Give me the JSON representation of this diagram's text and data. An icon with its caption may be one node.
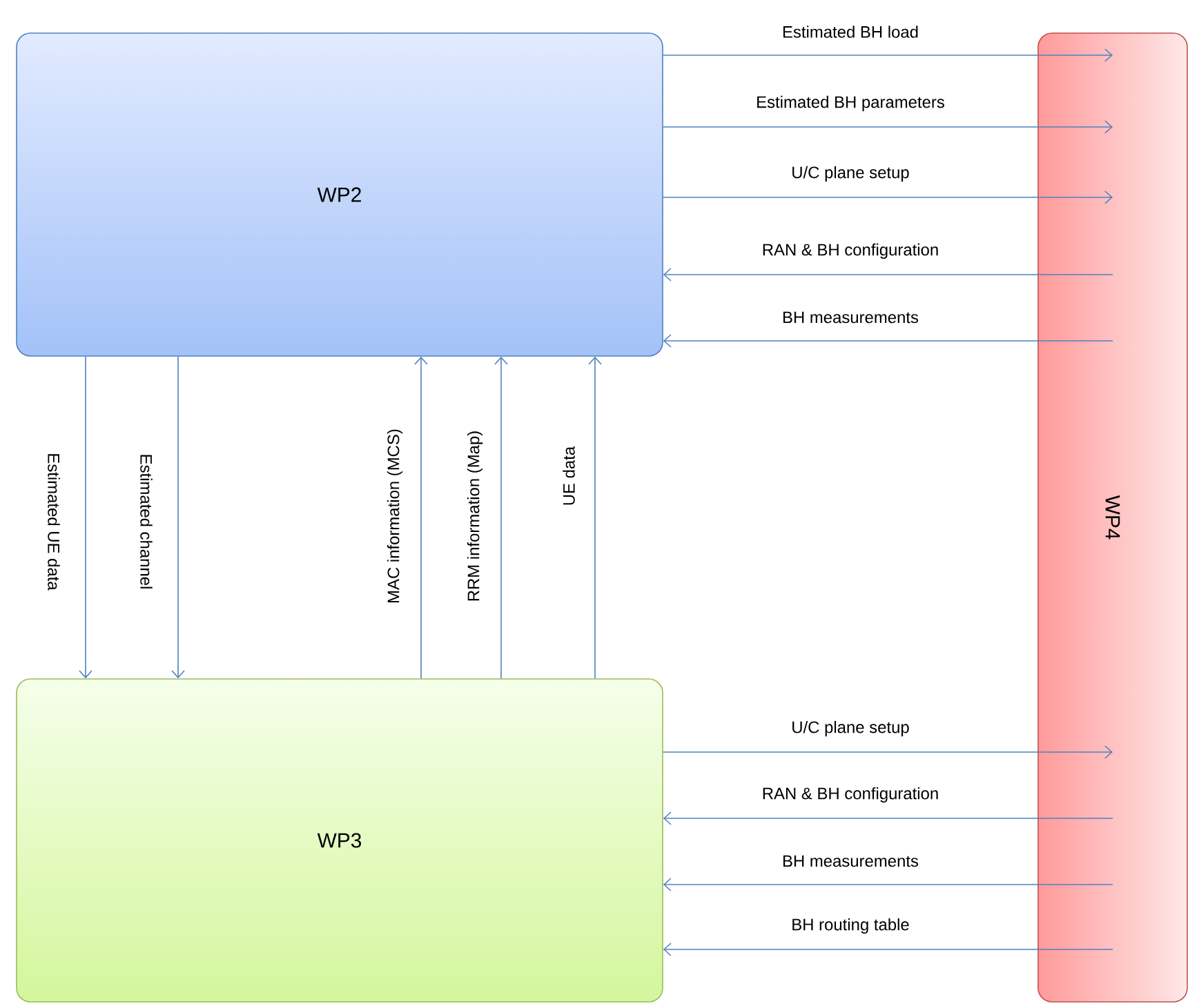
{
  "diagram": {
    "nodes": [
      {
        "text": [
          "WP2"
        ]
      },
      {
        "text": [
          "WP3"
        ]
      },
      {
        "text": [
          "WP4"
        ]
      }
    ],
    "edges": [
      {
        "from": 0,
        "to": 2,
        "arrow": "to",
        "label": "Estimated BH load"
      },
      {
        "from": 0,
        "to": 2,
        "arrow": "to",
        "label": "Estimated BH parameters"
      },
      {
        "from": 0,
        "to": 2,
        "arrow": "to",
        "label": "U/C plane setup"
      },
      {
        "from": 2,
        "to": 0,
        "arrow": "to",
        "label": "RAN & BH configuration"
      },
      {
        "from": 2,
        "to": 0,
        "arrow": "to",
        "label": "BH measurements"
      },
      {
        "from": 0,
        "to": 1,
        "arrow": "to",
        "label": "Estimated UE data"
      },
      {
        "from": 0,
        "to": 1,
        "arrow": "to",
        "label": "Estimated channel"
      },
      {
        "from": 1,
        "to": 0,
        "arrow": "to",
        "label": "MAC information (MCS)"
      },
      {
        "from": 1,
        "to": 0,
        "arrow": "to",
        "label": "RRM information (Map)"
      },
      {
        "from": 1,
        "to": 0,
        "arrow": "to",
        "label": "UE data"
      },
      {
        "from": 1,
        "to": 2,
        "arrow": "to",
        "label": "U/C plane setup"
      },
      {
        "from": 2,
        "to": 1,
        "arrow": "to",
        "label": "RAN & BH configuration"
      },
      {
        "from": 2,
        "to": 1,
        "arrow": "to",
        "label": "BH measurements"
      },
      {
        "from": 2,
        "to": 1,
        "arrow": "to",
        "label": "BH routing table"
      }
    ]
  }
}
